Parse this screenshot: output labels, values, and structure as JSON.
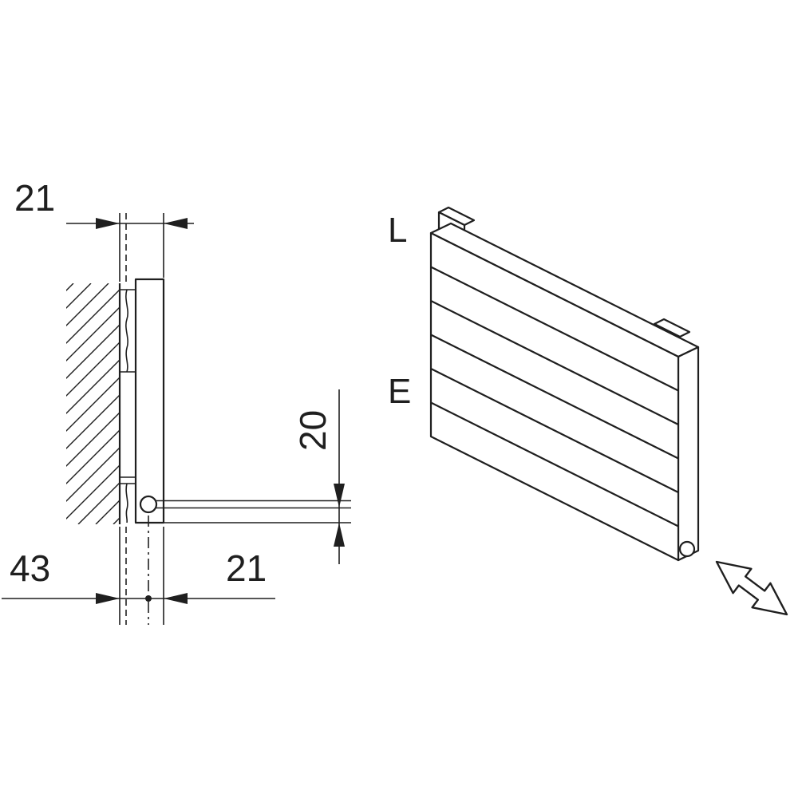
{
  "drawing": {
    "background": "#ffffff",
    "ink_color": "#1f1f1f",
    "side_view": {
      "top_dimension": "21",
      "pipe_offset_dimension": "20",
      "bottom_left_dimension": "43",
      "bottom_right_dimension": "21"
    },
    "isometric_view": {
      "length_label": "L",
      "inlet_label": "E"
    }
  }
}
